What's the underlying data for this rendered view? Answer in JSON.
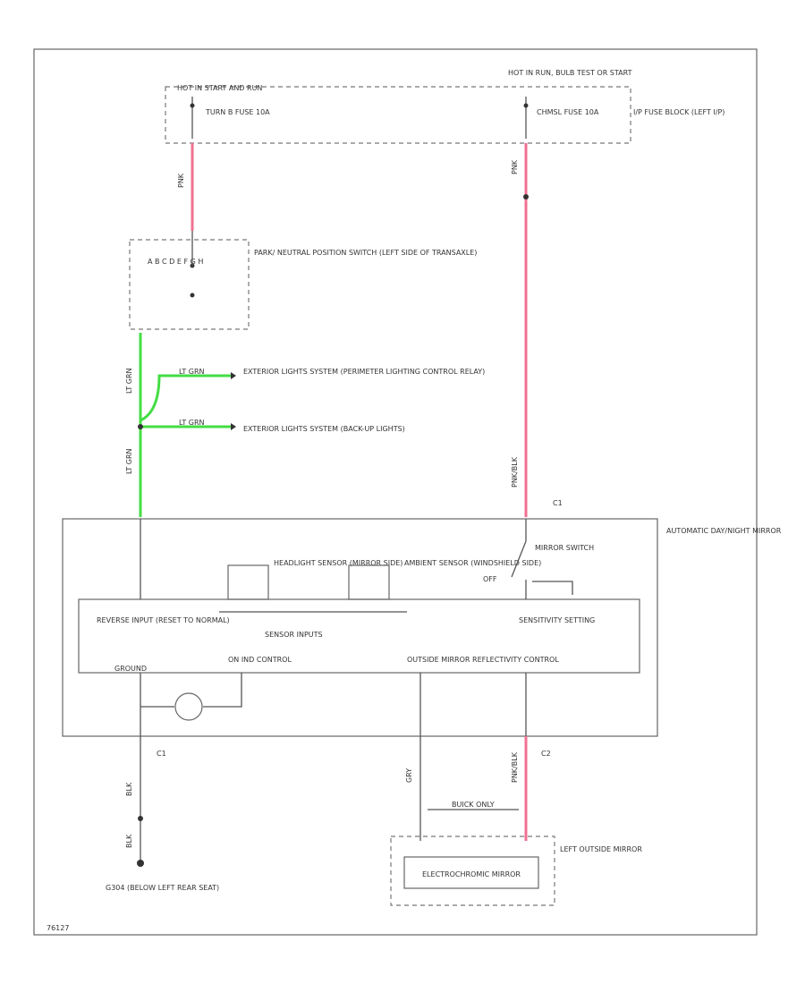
{
  "diagram": {
    "fuse_hot_start_run": "HOT IN START AND RUN",
    "fuse_hot_run_bulb": "HOT IN RUN, BULB TEST OR START",
    "fuse_block": "I/P FUSE BLOCK (LEFT I/P)",
    "fuse_left_name": "TURN B FUSE 10A",
    "fuse_right_name": "CHMSL FUSE 10A",
    "pnp_switch": "PARK/ NEUTRAL POSITION SWITCH (LEFT SIDE OF TRANSAXLE)",
    "pnp_pins": "A B C D E F G H",
    "ext_lights_1": "EXTERIOR LIGHTS SYSTEM (PERIMETER LIGHTING CONTROL RELAY)",
    "ext_lights_2": "EXTERIOR LIGHTS SYSTEM (BACK-UP LIGHTS)",
    "auto_mirror": "AUTOMATIC DAY/NIGHT MIRROR",
    "headlight_sensor": "HEADLIGHT SENSOR (MIRROR SIDE)",
    "ambient_sensor": "AMBIENT SENSOR (WINDSHIELD SIDE)",
    "sensor_inputs": "SENSOR INPUTS",
    "mirror_switch": "MIRROR SWITCH",
    "off": "OFF",
    "sensitivity": "SENSITIVITY SETTING",
    "reverse_input": "REVERSE INPUT (RESET TO NORMAL)",
    "ground": "GROUND",
    "on_ind": "ON IND CONTROL",
    "outside_mirror_ctrl": "OUTSIDE MIRROR REFLECTIVITY CONTROL",
    "buick_only": "BUICK ONLY",
    "left_outside_mirror": "LEFT OUTSIDE MIRROR",
    "electrochromic": "ELECTROCHROMIC MIRROR",
    "ground_point": "G304 (BELOW LEFT REAR SEAT)",
    "wire_pnk": "PNK",
    "wire_ltgrn": "LT GRN",
    "wire_blk": "BLK",
    "wire_gry": "GRY",
    "wire_pnkblk": "PNK/BLK",
    "conn_c1": "C1",
    "conn_c2": "C2",
    "fig_id": "76127"
  },
  "colors": {
    "pink": "#f07090",
    "green": "#44dd44"
  }
}
